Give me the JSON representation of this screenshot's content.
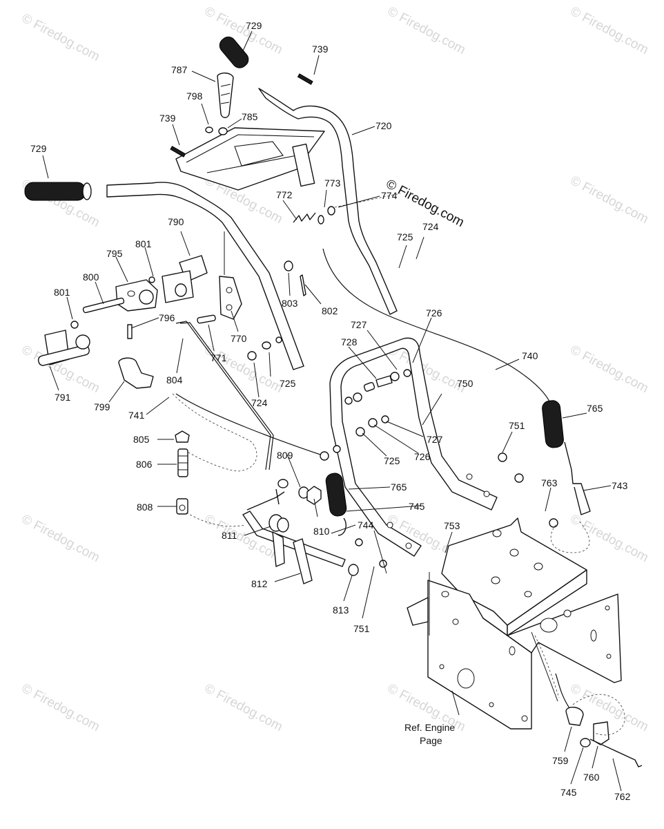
{
  "watermark": {
    "text": "© Firedog.com"
  },
  "note": {
    "line1": "Ref. Engine",
    "line2": "Page"
  },
  "callouts": {
    "c729a": "729",
    "c739a": "739",
    "c787": "787",
    "c798": "798",
    "c785": "785",
    "c739b": "739",
    "c720": "720",
    "c729b": "729",
    "c773": "773",
    "c772": "772",
    "c774": "774",
    "c724a": "724",
    "c725a": "725",
    "c790": "790",
    "c801a": "801",
    "c795": "795",
    "c800": "800",
    "c801b": "801",
    "c803": "803",
    "c802": "802",
    "c796": "796",
    "c770": "770",
    "c727a": "727",
    "c726a": "726",
    "c728": "728",
    "c771": "771",
    "c725b": "725",
    "c740": "740",
    "c791": "791",
    "c804": "804",
    "c724b": "724",
    "c750": "750",
    "c799": "799",
    "c741": "741",
    "c765a": "765",
    "c751a": "751",
    "c727b": "727",
    "c805": "805",
    "c725c": "725",
    "c726b": "726",
    "c809": "809",
    "c806": "806",
    "c765b": "765",
    "c763": "763",
    "c743": "743",
    "c745a": "745",
    "c808": "808",
    "c744": "744",
    "c753": "753",
    "c811": "811",
    "c810": "810",
    "c812": "812",
    "c813": "813",
    "c751b": "751",
    "c759": "759",
    "c760": "760",
    "c745b": "745",
    "c762": "762"
  }
}
